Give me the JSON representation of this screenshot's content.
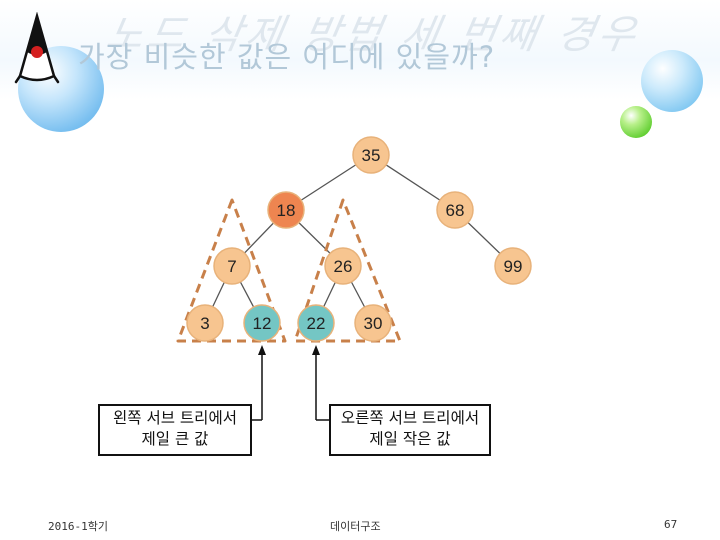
{
  "slide": {
    "title": "가장 비슷한 값은 어디에 있을까?",
    "title_shadow": "노드 삭제 방법 세 번째 경우"
  },
  "tree": {
    "nodes": [
      {
        "id": "n35",
        "label": "35",
        "type": "normal"
      },
      {
        "id": "n18",
        "label": "18",
        "type": "deleted"
      },
      {
        "id": "n68",
        "label": "68",
        "type": "normal"
      },
      {
        "id": "n7",
        "label": "7",
        "type": "normal"
      },
      {
        "id": "n26",
        "label": "26",
        "type": "normal"
      },
      {
        "id": "n99",
        "label": "99",
        "type": "normal"
      },
      {
        "id": "n3",
        "label": "3",
        "type": "normal"
      },
      {
        "id": "n12",
        "label": "12",
        "type": "candidate"
      },
      {
        "id": "n22",
        "label": "22",
        "type": "candidate"
      },
      {
        "id": "n30",
        "label": "30",
        "type": "normal"
      }
    ],
    "edges": [
      [
        "n35",
        "n18"
      ],
      [
        "n35",
        "n68"
      ],
      [
        "n18",
        "n7"
      ],
      [
        "n18",
        "n26"
      ],
      [
        "n68",
        "n99"
      ],
      [
        "n7",
        "n3"
      ],
      [
        "n7",
        "n12"
      ],
      [
        "n26",
        "n22"
      ],
      [
        "n26",
        "n30"
      ]
    ],
    "colors": {
      "normal_fill": "#f7c590",
      "deleted_fill": "#ee8550",
      "candidate_fill": "#74c6c4",
      "node_stroke": "#e8b27a",
      "dashed_outline": "#c8804a",
      "edge": "#555555"
    }
  },
  "annotations": {
    "left": {
      "line1": "왼쪽 서브 트리에서",
      "line2": "제일 큰 값"
    },
    "right": {
      "line1": "오른쪽 서브 트리에서",
      "line2": "제일 작은 값"
    }
  },
  "footer": {
    "left": "2016-1학기",
    "center": "데이터구조",
    "right": "67"
  }
}
